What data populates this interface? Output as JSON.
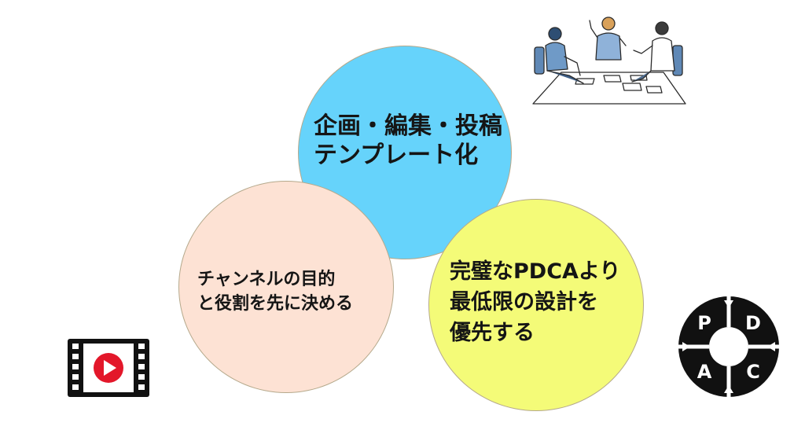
{
  "circles": {
    "top": {
      "lines": [
        "企画・編集・投稿",
        "テンプレート化"
      ],
      "color": "#66d3fb"
    },
    "left": {
      "lines": [
        "チャンネルの目的",
        "と役割を先に決める"
      ],
      "color": "#fde2d4"
    },
    "right": {
      "lines": [
        "完璧なPDCAより",
        "最低限の設計を",
        "優先する"
      ],
      "color": "#f4fb78"
    }
  },
  "pdca": {
    "p": "P",
    "d": "D",
    "a": "A",
    "c": "C"
  },
  "icons": {
    "meeting": "meeting-illustration-icon",
    "video": "video-play-icon",
    "pdca": "pdca-cycle-icon"
  }
}
